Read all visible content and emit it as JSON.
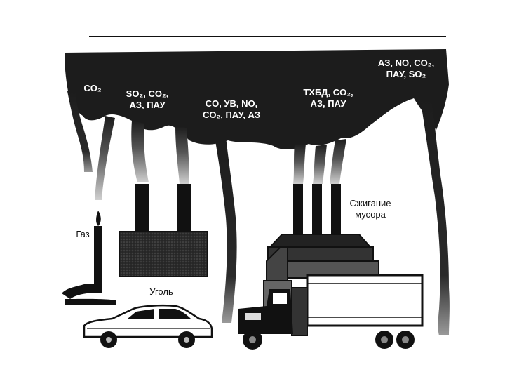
{
  "pollutants": {
    "gas": "CO₂",
    "coal_line1": "SO₂, CO₂,",
    "coal_line2": "АЗ, ПАУ",
    "car_line1": "CO, УВ, NO,",
    "car_line2": "CO₂, ПАУ, АЗ",
    "incinerator_line1": "ТХБД, CO₂,",
    "incinerator_line2": "АЗ, ПАУ",
    "truck_line1": "АЗ, NO, CO₂,",
    "truck_line2": "ПАУ, SO₂"
  },
  "sources": {
    "gas": "Газ",
    "coal": "Уголь",
    "incineration_line1": "Сжигание",
    "incineration_line2": "мусора"
  },
  "colors": {
    "smoke": "#1c1c1c",
    "ink": "#111111",
    "paper": "#ffffff",
    "hatch": "#3a3a3a"
  }
}
